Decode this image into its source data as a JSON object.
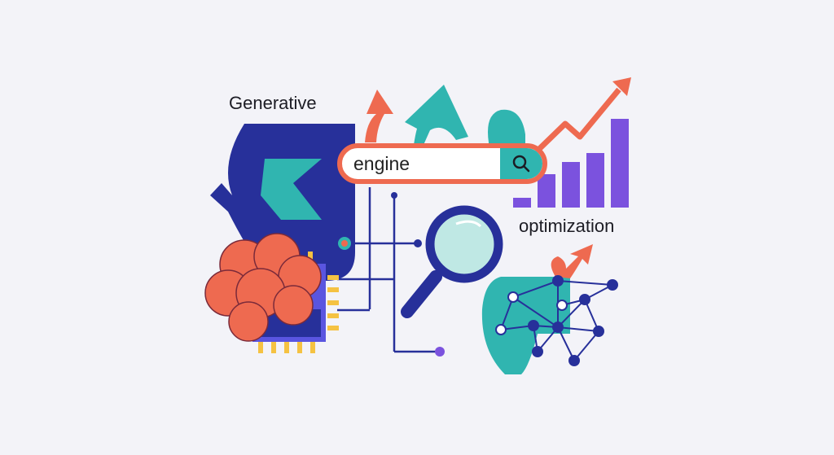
{
  "labels": {
    "generative": "Generative",
    "search_query": "engine",
    "optimization": "optimization"
  },
  "icons": {
    "search": "magnifier-icon",
    "brain": "brain-icon",
    "chip": "chip-icon",
    "network": "network-graph-icon",
    "trend": "trend-up-arrow-icon",
    "bars": "bar-chart-icon"
  },
  "colors": {
    "background": "#f3f3f8",
    "navy": "#27309a",
    "teal": "#30b5b0",
    "coral": "#ee6a50",
    "purple": "#7b52de",
    "yellow": "#f5c242",
    "light_teal": "#bfe8e4"
  }
}
